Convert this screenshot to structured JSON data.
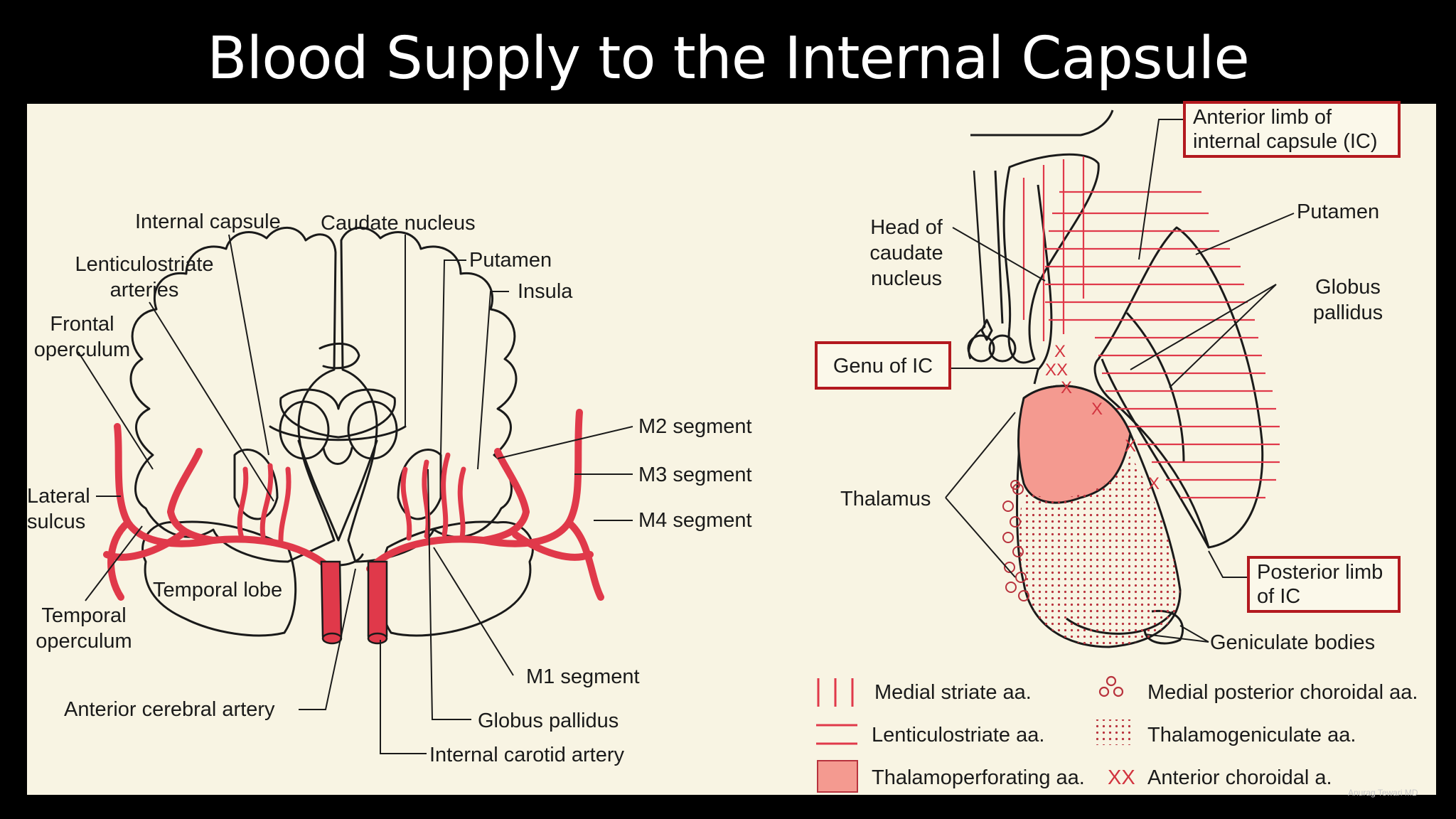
{
  "slide": {
    "title": "Blood Supply to the Internal Capsule",
    "credit": "Anurag Tewari MD"
  },
  "colors": {
    "artery_red": "#e0394a",
    "region_pink": "#f49a90",
    "highlight_box": "#b3191f",
    "panel_bg": "#f8f4e3"
  },
  "left_diagram": {
    "labels": {
      "internal_capsule": "Internal capsule",
      "caudate_nucleus": "Caudate nucleus",
      "lenticulostriate_arteries": "Lenticulostriate arteries",
      "putamen": "Putamen",
      "insula": "Insula",
      "frontal_operculum": "Frontal operculum",
      "m2_segment": "M2 segment",
      "m3_segment": "M3 segment",
      "m4_segment": "M4 segment",
      "lateral_sulcus": "Lateral sulcus",
      "temporal_lobe": "Temporal lobe",
      "temporal_operculum": "Temporal operculum",
      "m1_segment": "M1 segment",
      "anterior_cerebral_artery": "Anterior cerebral artery",
      "globus_pallidus": "Globus pallidus",
      "internal_carotid_artery": "Internal carotid artery"
    }
  },
  "right_diagram": {
    "labels": {
      "anterior_limb": "Anterior limb of internal capsule (IC)",
      "putamen": "Putamen",
      "head_of_caudate": "Head of caudate nucleus",
      "globus_pallidus": "Globus pallidus",
      "genu": "Genu of IC",
      "thalamus": "Thalamus",
      "posterior_limb": "Posterior limb of IC",
      "geniculate_bodies": "Geniculate bodies"
    }
  },
  "legend": {
    "items": [
      {
        "symbol": "vertical-lines-icon",
        "label": "Medial striate aa."
      },
      {
        "symbol": "horizontal-lines-icon",
        "label": "Lenticulostriate aa."
      },
      {
        "symbol": "pink-fill-icon",
        "label": "Thalamoperforating aa."
      },
      {
        "symbol": "circles-icon",
        "label": "Medial posterior choroidal aa."
      },
      {
        "symbol": "dots-icon",
        "label": "Thalamogeniculate aa."
      },
      {
        "symbol": "xx-icon",
        "symbol_text": "XX",
        "label": "Anterior choroidal a."
      }
    ]
  }
}
